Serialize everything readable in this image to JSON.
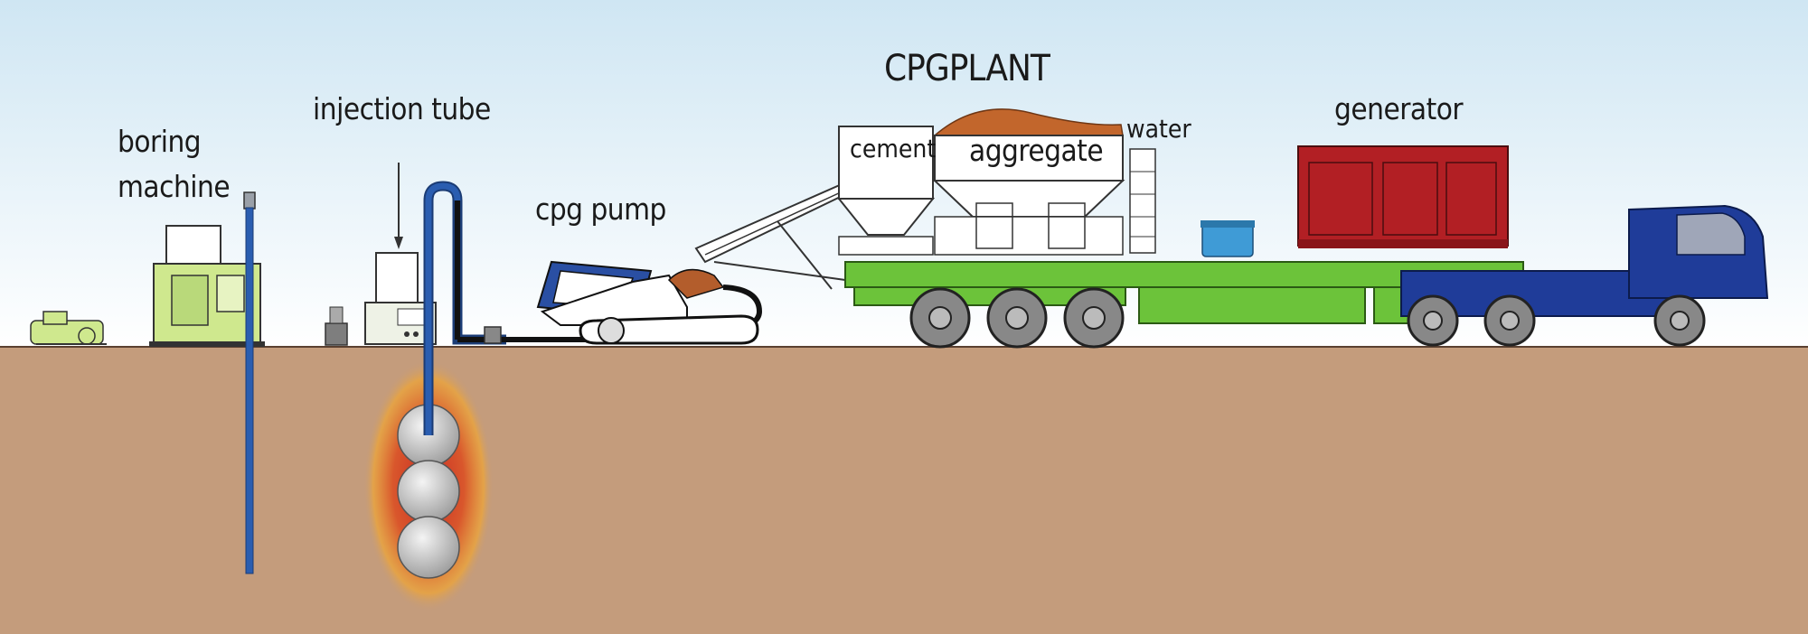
{
  "labels": {
    "boring_machine_line1": "boring",
    "boring_machine_line2": "machine",
    "injection_tube": "injection tube",
    "cpg_pump": "cpg pump",
    "cpg_plant": "CPGPLANT",
    "cement": "cement",
    "aggregate": "aggregate",
    "water": "water",
    "generator": "generator"
  },
  "colors": {
    "sky_top": "#cfe6f3",
    "sky_bottom": "#ffffff",
    "ground": "#c49c7c",
    "trailer": "#6cc33a",
    "truck": "#1f3c99",
    "generator": "#b21f24",
    "machine": "#cfe88e",
    "pump_blue": "#2a4fa3",
    "pipe": "#2a5db0",
    "aggregate_pile": "#c2662c",
    "water_tank": "#3f9bd6",
    "grout_glow": "#d7342a"
  },
  "icons": [
    "boring-machine-icon",
    "drill-rod-icon",
    "injection-unit-icon",
    "injection-tube-icon",
    "cpg-pump-icon",
    "conveyor-icon",
    "cement-silo-icon",
    "aggregate-hopper-icon",
    "water-tank-icon",
    "generator-icon",
    "trailer-icon",
    "truck-tractor-icon",
    "grout-bulb-icon"
  ]
}
